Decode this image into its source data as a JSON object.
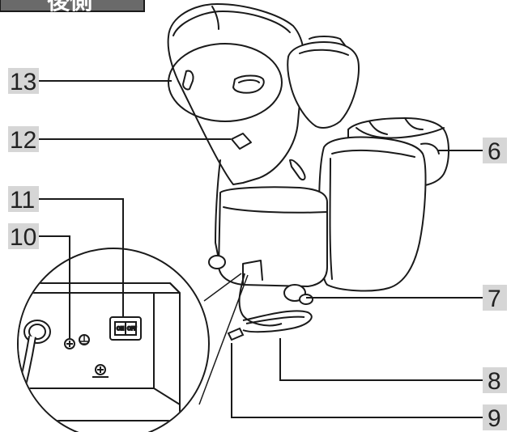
{
  "title": "後側",
  "colors": {
    "title_bg": "#6a6a6a",
    "callout_bg": "#d6d6d6",
    "line": "#1a1a1a",
    "text": "#222222"
  },
  "callouts": [
    {
      "id": "c13",
      "label": "13"
    },
    {
      "id": "c12",
      "label": "12"
    },
    {
      "id": "c11",
      "label": "11"
    },
    {
      "id": "c10",
      "label": "10"
    },
    {
      "id": "c6",
      "label": "6"
    },
    {
      "id": "c7",
      "label": "7"
    },
    {
      "id": "c8",
      "label": "8"
    },
    {
      "id": "c9",
      "label": "9"
    }
  ],
  "switch_labels": {
    "on": "ON",
    "off": "OFF"
  },
  "icons": [
    "ground-terminal-icon",
    "ground-symbol-icon",
    "power-switch-icon",
    "power-plug-icon",
    "ground-marking-icon"
  ]
}
